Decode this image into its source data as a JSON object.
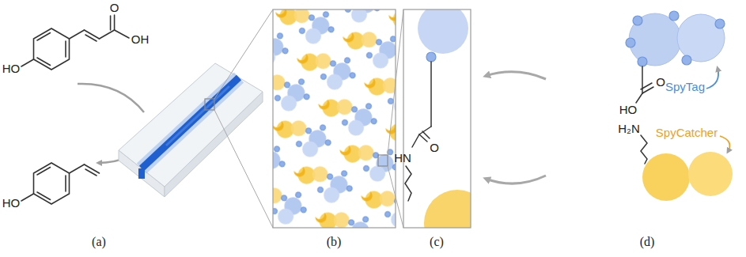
{
  "diagram": {
    "labels": [
      "O",
      "OH",
      "HO",
      "HO",
      "HN",
      "O",
      "SpyTag",
      "HO",
      "O",
      "H₂N",
      "SpyCatcher",
      "(a)",
      "(b)",
      "(c)",
      "(d)"
    ]
  }
}
